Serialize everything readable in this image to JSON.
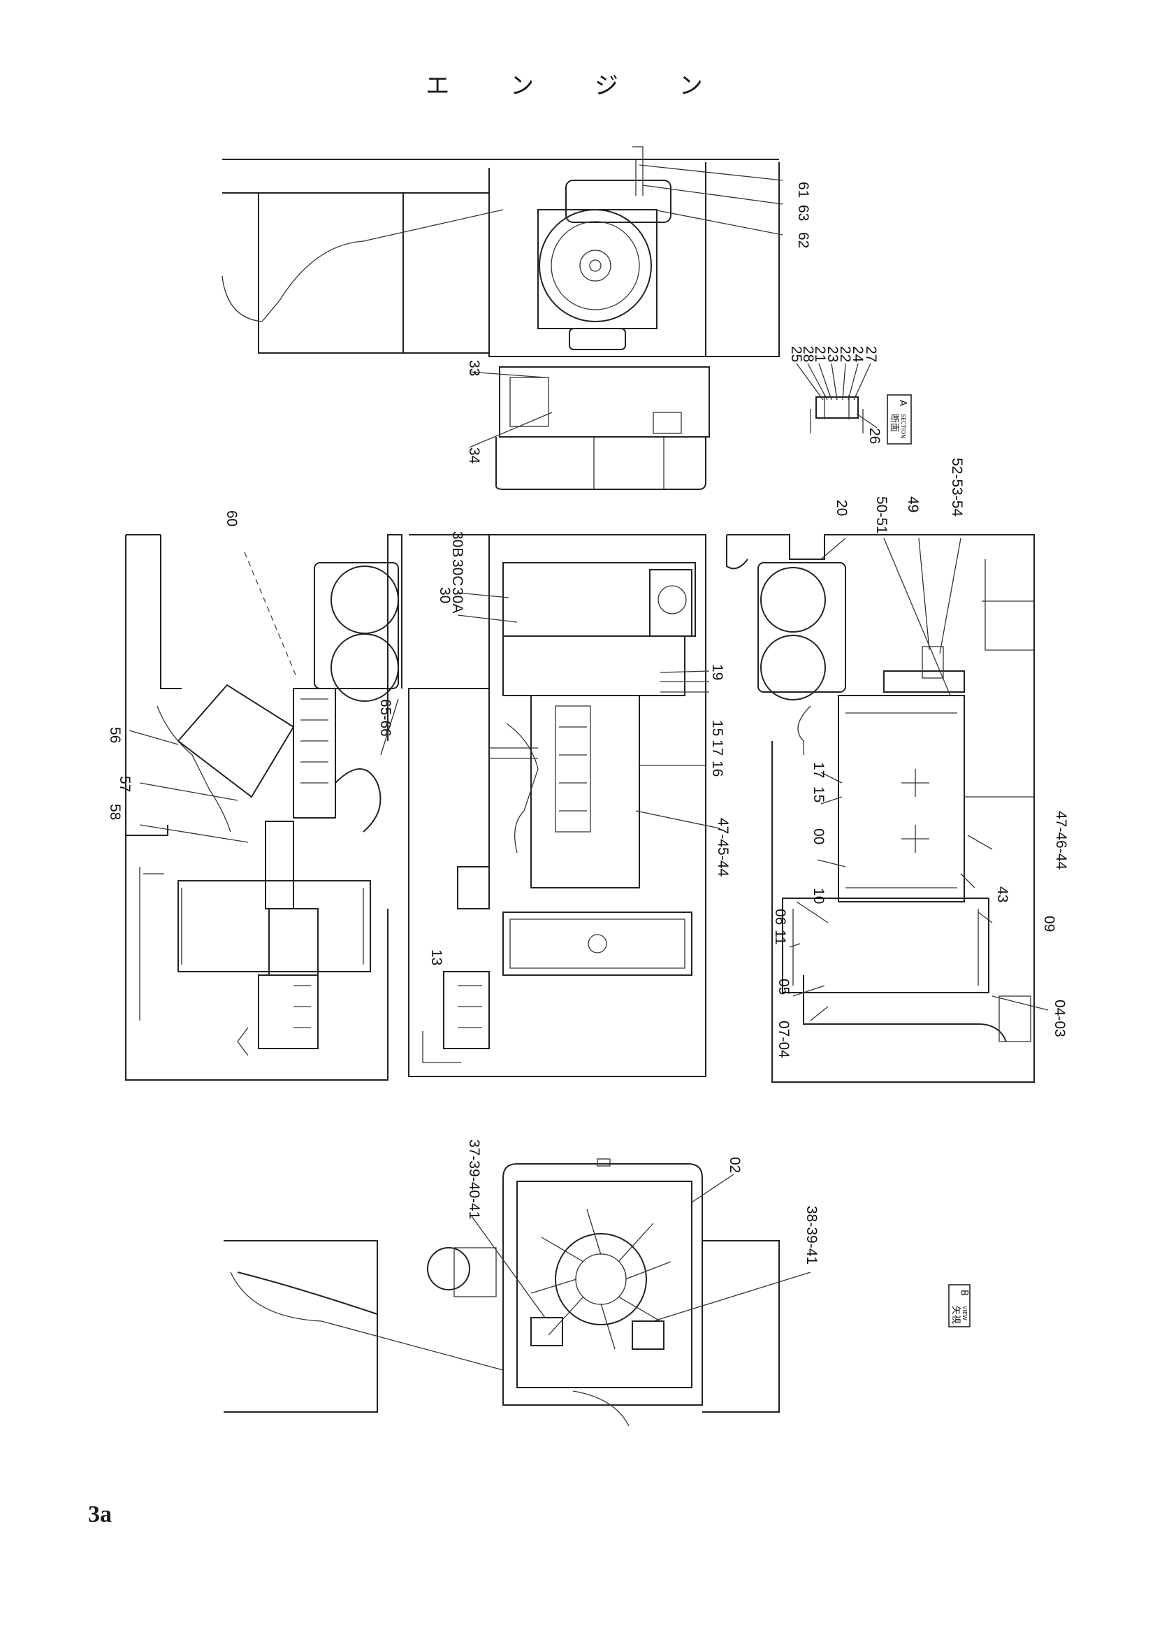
{
  "title": "エ ン ジ ン",
  "page_number": "3a",
  "views": {
    "top": {
      "labels": [
        "61",
        "63",
        "62",
        "33",
        "34"
      ]
    },
    "section_a": {
      "marker_letter": "A",
      "marker_text_jp": "断面",
      "marker_text_en": "SECTION",
      "labels": [
        "25",
        "28",
        "21",
        "23",
        "22",
        "24",
        "27",
        "26"
      ]
    },
    "left": {
      "labels": [
        "60",
        "56",
        "57",
        "58",
        "65-66"
      ]
    },
    "center": {
      "labels": [
        "30",
        "30A",
        "30C",
        "30B",
        "19",
        "15",
        "17",
        "16",
        "47-45-44",
        "13"
      ]
    },
    "right": {
      "labels": [
        "20",
        "50-51",
        "49",
        "52-53-54",
        "17",
        "15",
        "00",
        "10",
        "11",
        "06",
        "05",
        "07-04",
        "47-46-44",
        "43",
        "09",
        "04-03"
      ]
    },
    "bottom": {
      "labels": [
        "37-39-40-41",
        "02",
        "38-39-41"
      ],
      "view_marker_letter": "B",
      "view_marker_text_jp": "矢視",
      "view_marker_text_en": "VIEW"
    }
  }
}
